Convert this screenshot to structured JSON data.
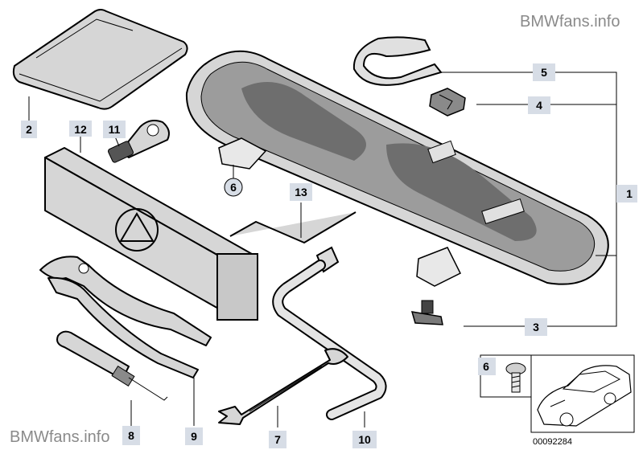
{
  "watermark_top": "BMWfans.info",
  "watermark_bottom": "BMWfans.info",
  "callouts": {
    "c1": "1",
    "c2": "2",
    "c3": "3",
    "c4": "4",
    "c5": "5",
    "c6a": "6",
    "c6b": "6",
    "c7": "7",
    "c8": "8",
    "c9": "9",
    "c10": "10",
    "c11": "11",
    "c12": "12",
    "c13": "13"
  },
  "inset_code": "00092284"
}
